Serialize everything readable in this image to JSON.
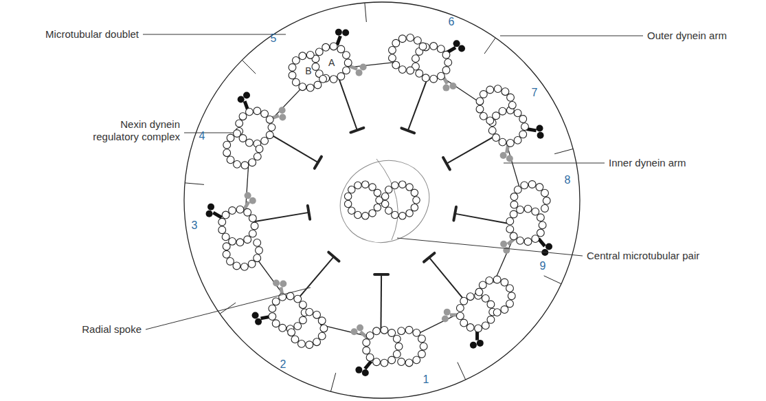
{
  "diagram": {
    "labels": [
      "Microtubular doublet",
      "A",
      "B",
      "5",
      "6",
      "Outer dynein arm",
      "7",
      "Nexin dynein regulatory complex",
      "4",
      "Inner dynein arm",
      "8",
      "Central microtubular pair",
      "3",
      "Radial spoke",
      "9",
      "2",
      "1"
    ]
  }
}
